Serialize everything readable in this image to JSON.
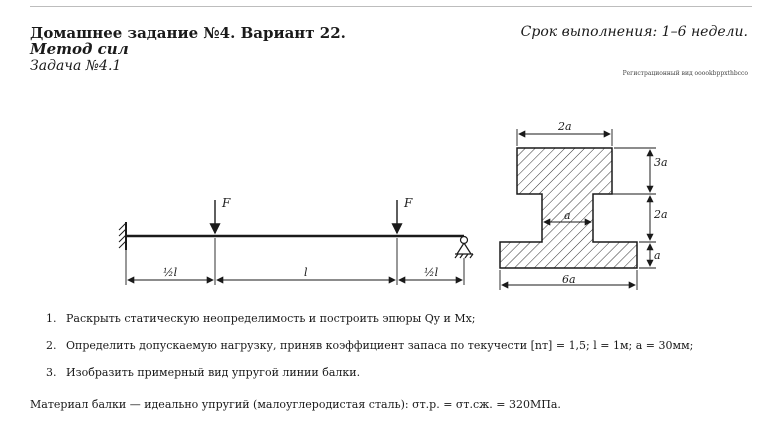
{
  "header": {
    "title": "Домашнее задание №4. Вариант 22.",
    "deadline": "Срок выполнения: 1–6 недели.",
    "method": "Метод сил",
    "task": "Задача №4.1",
    "registration": "Регистрационный вид ooookbppxthbcco"
  },
  "beam": {
    "force_left": "F",
    "force_right": "F",
    "dim_left": "½l",
    "dim_mid": "l",
    "dim_right": "½l"
  },
  "section": {
    "top_width": "2a",
    "top_flange_height": "3a",
    "web_height": "2a",
    "web_width": "a",
    "bottom_flange_height": "a",
    "bottom_width": "6a"
  },
  "items": [
    {
      "num": "1.",
      "text": "Раскрыть статическую неопределимость и построить эпюры Qy и Mx;"
    },
    {
      "num": "2.",
      "text": "Определить допускаемую нагрузку, приняв коэффициент запаса по текучести [nт] = 1,5; l = 1м; a = 30мм;"
    },
    {
      "num": "3.",
      "text": "Изобразить примерный вид упругой линии балки."
    }
  ],
  "material": "Материал балки — идеально упругий (малоуглеродистая сталь): σт.р. = σт.сж. = 320МПа."
}
